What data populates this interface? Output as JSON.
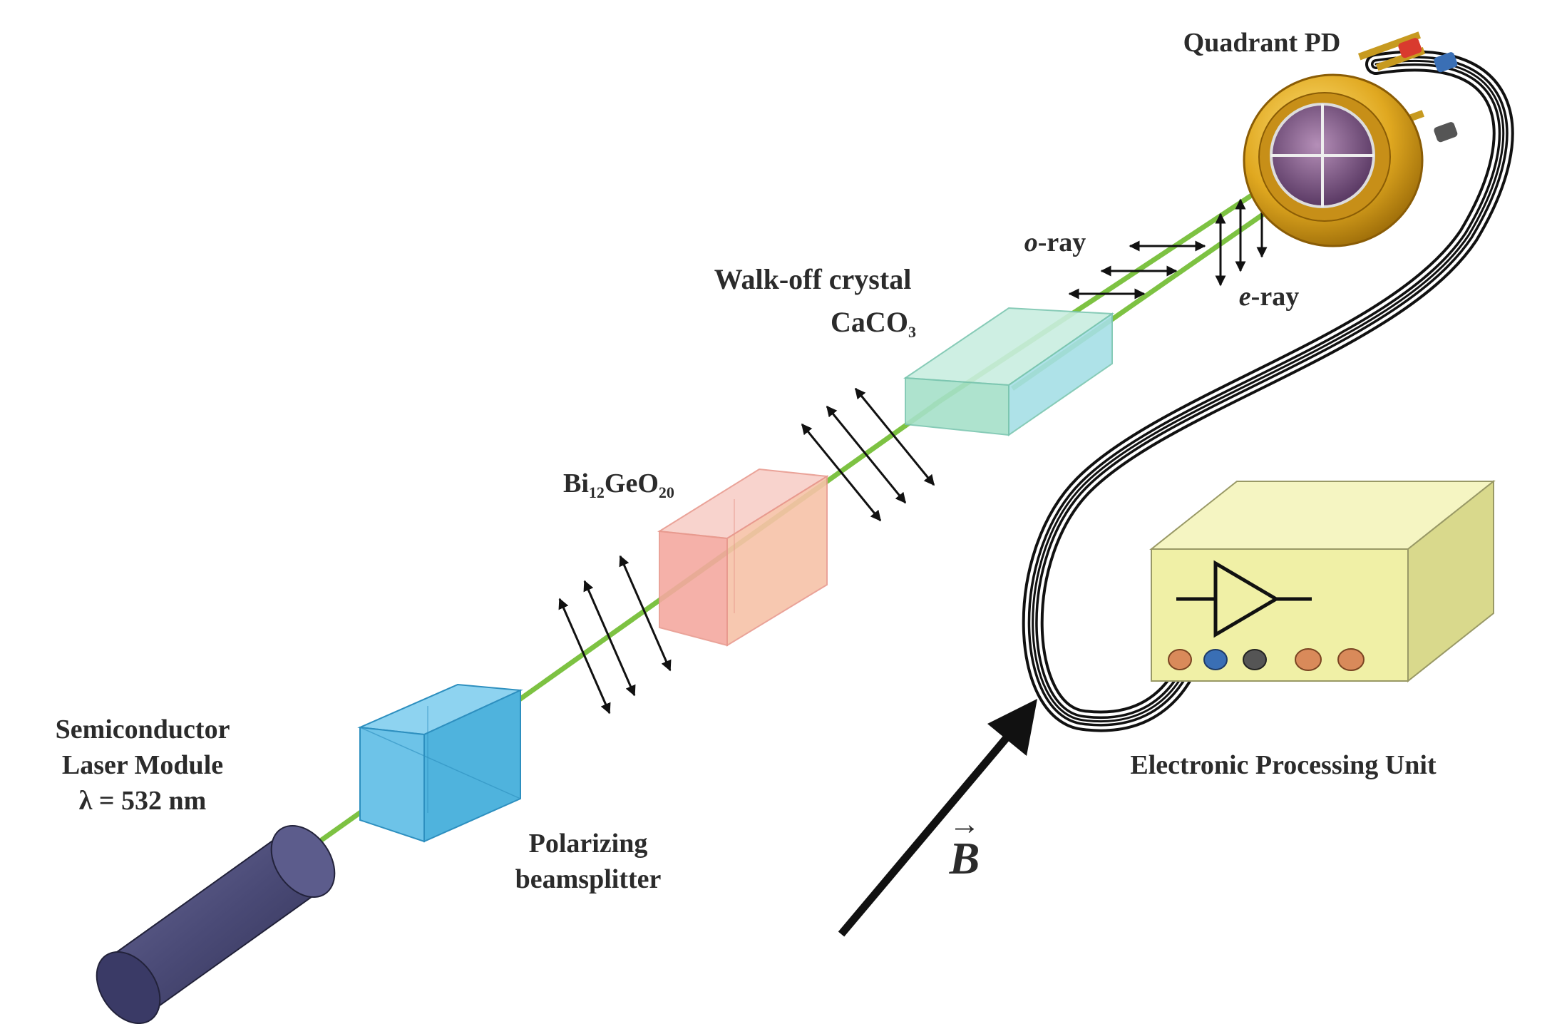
{
  "labels": {
    "laser_line1": "Semiconductor",
    "laser_line2": "Laser Module",
    "laser_line3": "λ = 532 nm",
    "pbs_line1": "Polarizing",
    "pbs_line2": "beamsplitter",
    "bgo_main": "Bi",
    "bgo_sub1": "12",
    "bgo_mid": "GeO",
    "bgo_sub2": "20",
    "walkoff_line1": "Walk-off crystal",
    "walkoff_main": "CaCO",
    "walkoff_sub": "3",
    "qpd": "Quadrant PD",
    "oray_italic": "o",
    "oray_rest": "-ray",
    "eray_italic": "e",
    "eray_rest": "-ray",
    "epu": "Electronic Processing Unit",
    "field_vector": "B",
    "field_arrow": "→"
  },
  "colors": {
    "beam": "#7dc242",
    "laser_body": "#4e4e7c",
    "pbs_cube": "#4fb3dd",
    "bgo_cube": "#f4a9a0",
    "calcite_crystal": "#a6e0c9",
    "epu_box": "#f0f0a6",
    "qpd_gold": "#e0a820",
    "cable": "#1a1a1a",
    "plug_red": "#d93a2e",
    "plug_blue": "#3a6fb5",
    "plug_gray": "#555555",
    "plug_orange": "#d98a5a"
  },
  "icons": {
    "amplifier": "amplifier-symbol-icon",
    "field_arrow": "magnetic-field-arrow-icon",
    "polarization": "double-headed-arrow-icon"
  }
}
